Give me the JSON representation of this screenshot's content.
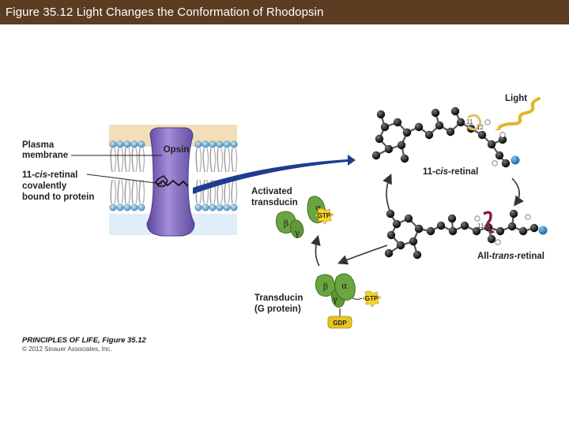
{
  "title": "Figure 35.12  Light Changes the Conformation of Rhodopsin",
  "labels": {
    "plasma_membrane_line1": "Plasma",
    "plasma_membrane_line2": "membrane",
    "retinal_bound_line1_prefix": "11-",
    "retinal_bound_line1_italic": "cis",
    "retinal_bound_line1_suffix": "-retinal",
    "retinal_bound_line2": "covalently",
    "retinal_bound_line3": "bound to protein",
    "opsin": "Opsin",
    "activated_transducin_line1": "Activated",
    "activated_transducin_line2": "transducin",
    "transducin_line1": "Transducin",
    "transducin_line2": "(G protein)",
    "light": "Light",
    "cis_retinal_prefix": "11-",
    "cis_retinal_italic": "cis",
    "cis_retinal_suffix": "-retinal",
    "trans_retinal_prefix": "All-",
    "trans_retinal_italic": "trans",
    "trans_retinal_suffix": "-retinal",
    "gtp": "GTP",
    "gdp": "GDP",
    "alpha": "α",
    "beta": "β",
    "gamma": "γ",
    "carbon_11": "11",
    "carbon_12": "12"
  },
  "caption": {
    "line1": "PRINCIPLES OF LIFE, Figure 35.12",
    "line2": "© 2012 Sinauer Associates, Inc."
  },
  "colors": {
    "title_bar": "#5c3d22",
    "opsin": "#8a72c0",
    "membrane_head": "#6fb0d8",
    "transducin": "#6aa53f",
    "gtp_badge": "#f5d428",
    "gdp_badge": "#e8c422",
    "arrow_blue": "#1f3c8f",
    "bond_highlight": "#8b1a3a"
  }
}
